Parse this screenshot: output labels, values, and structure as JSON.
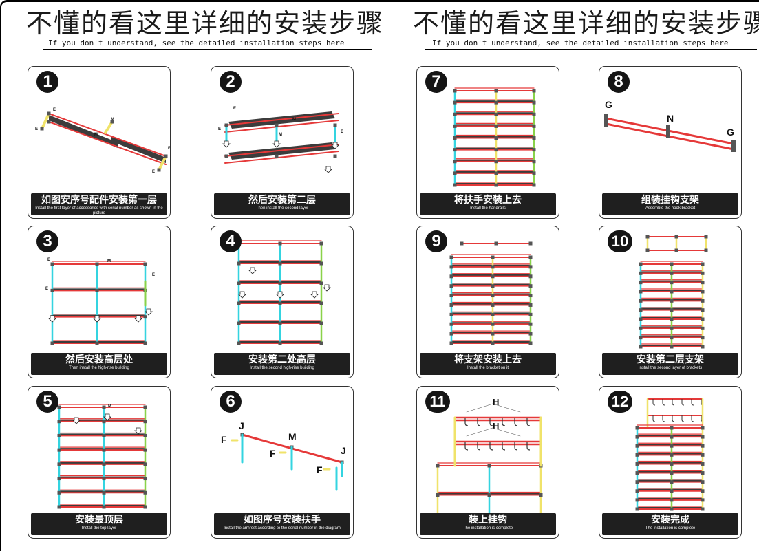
{
  "header": {
    "title_cn": "不懂的看这里详细的安装步骤",
    "title_en": "If you don't understand, see the detailed installation steps here"
  },
  "colors": {
    "rail": "#e53939",
    "post_cyan": "#34d4e0",
    "post_yellow": "#f0e36a",
    "post_green": "#8ad24a",
    "joint": "#555555",
    "shelf": "#3c3c3c",
    "caption_bg": "#1f1f1f"
  },
  "steps": [
    {
      "number": "1",
      "cn": "如图安序号配件安装第一层",
      "en": "Install the first layer of accessories with serial number as shown in the picture"
    },
    {
      "number": "2",
      "cn": "然后安装第二层",
      "en": "Then install the second layer"
    },
    {
      "number": "3",
      "cn": "然后安装高层处",
      "en": "Then install the high-rise building"
    },
    {
      "number": "4",
      "cn": "安装第二处高层",
      "en": "Install the second high-rise building"
    },
    {
      "number": "5",
      "cn": "安装最顶层",
      "en": "Install the top layer"
    },
    {
      "number": "6",
      "cn": "如图序号安装扶手",
      "en": "Install the armrest according to the serial number in the diagram"
    },
    {
      "number": "7",
      "cn": "将扶手安装上去",
      "en": "Install the handrails"
    },
    {
      "number": "8",
      "cn": "组装挂钩支架",
      "en": "Assemble the hook bracket"
    },
    {
      "number": "9",
      "cn": "将支架安装上去",
      "en": "Install the bracket on it"
    },
    {
      "number": "10",
      "cn": "安装第二层支架",
      "en": "Install the second layer of brackets"
    },
    {
      "number": "11",
      "cn": "装上挂钩",
      "en": "The installation is complete"
    },
    {
      "number": "12",
      "cn": "安装完成",
      "en": "The installation is complete"
    }
  ],
  "part_labels": {
    "E": "E",
    "M": "M",
    "F": "F",
    "J": "J",
    "G": "G",
    "N": "N",
    "H": "H"
  }
}
